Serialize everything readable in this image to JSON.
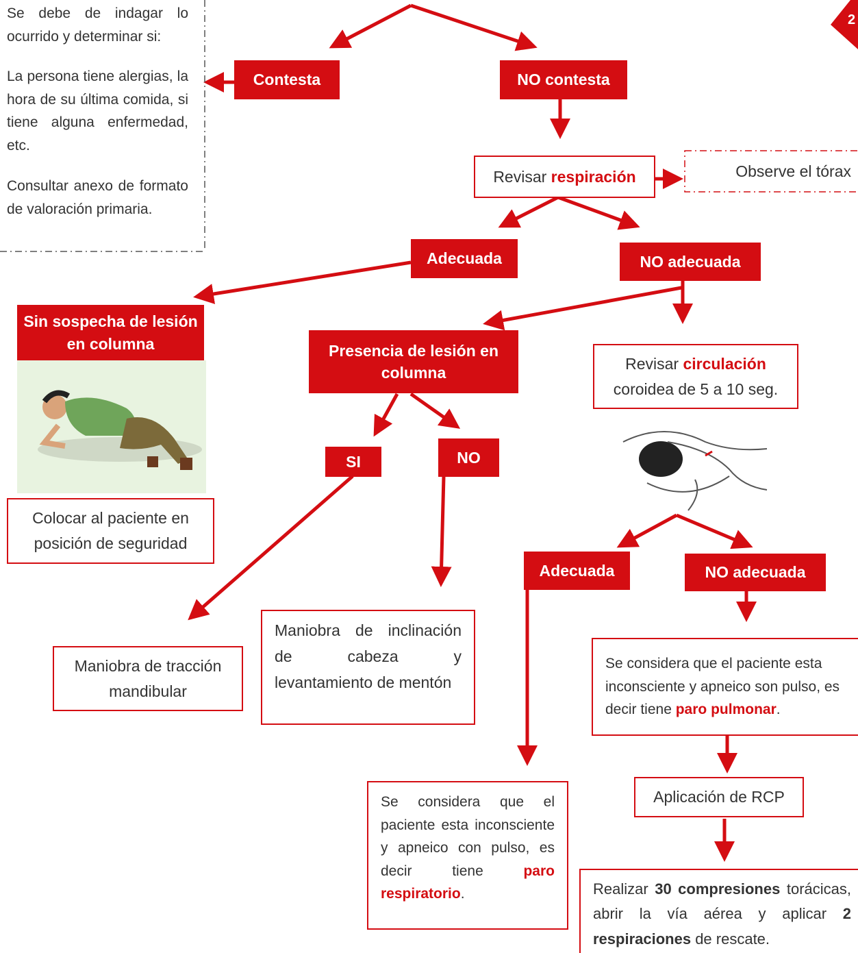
{
  "info": {
    "p1": "Se debe de indagar lo ocurrido y determinar si:",
    "p2": "La persona tiene alergias, la hora de su última comida, si tiene alguna enfermedad, etc.",
    "p3": "Consultar anexo de formato de valoración primaria."
  },
  "nodes": {
    "contesta": "Contesta",
    "no_contesta": "NO contesta",
    "revisar_resp_prefix": "Revisar ",
    "revisar_resp_em": "respiración",
    "observe": "Observe el tórax",
    "adecuada_1": "Adecuada",
    "no_adecuada_1": "NO adecuada",
    "sin_sospecha": "Sin sospecha de lesión en columna",
    "presencia": "Presencia de lesión en columna",
    "revisar_circ_prefix": "Revisar ",
    "revisar_circ_em": "circulación",
    "revisar_circ_suffix": "coroidea de 5 a 10 seg.",
    "si": "SI",
    "no": "NO",
    "colocar": "Colocar al paciente en posición de seguridad",
    "traccion": "Maniobra de tracción mandibular",
    "inclinacion": "Maniobra de inclinación de cabeza y levantamiento de mentón",
    "adecuada_2": "Adecuada",
    "no_adecuada_2": "NO adecuada",
    "paro_pulmonar_prefix": "Se considera que el paciente esta inconsciente y apneico son pulso, es decir tiene ",
    "paro_pulmonar_em": "paro pulmonar",
    "paro_pulmonar_suffix": ".",
    "rcp": "Aplicación de RCP",
    "paro_resp_prefix": "Se considera que el paciente esta inconsciente y apneico con pulso, es decir tiene ",
    "paro_resp_em": "paro respiratorio",
    "paro_resp_suffix": ".",
    "compresiones_1": "Realizar ",
    "compresiones_2": "30 compresiones",
    "compresiones_3": " torácicas, abrir la vía aérea y aplicar ",
    "compresiones_4": "2 respiraciones",
    "compresiones_5": " de rescate."
  },
  "page_number": "2",
  "colors": {
    "accent": "#d40d12"
  }
}
